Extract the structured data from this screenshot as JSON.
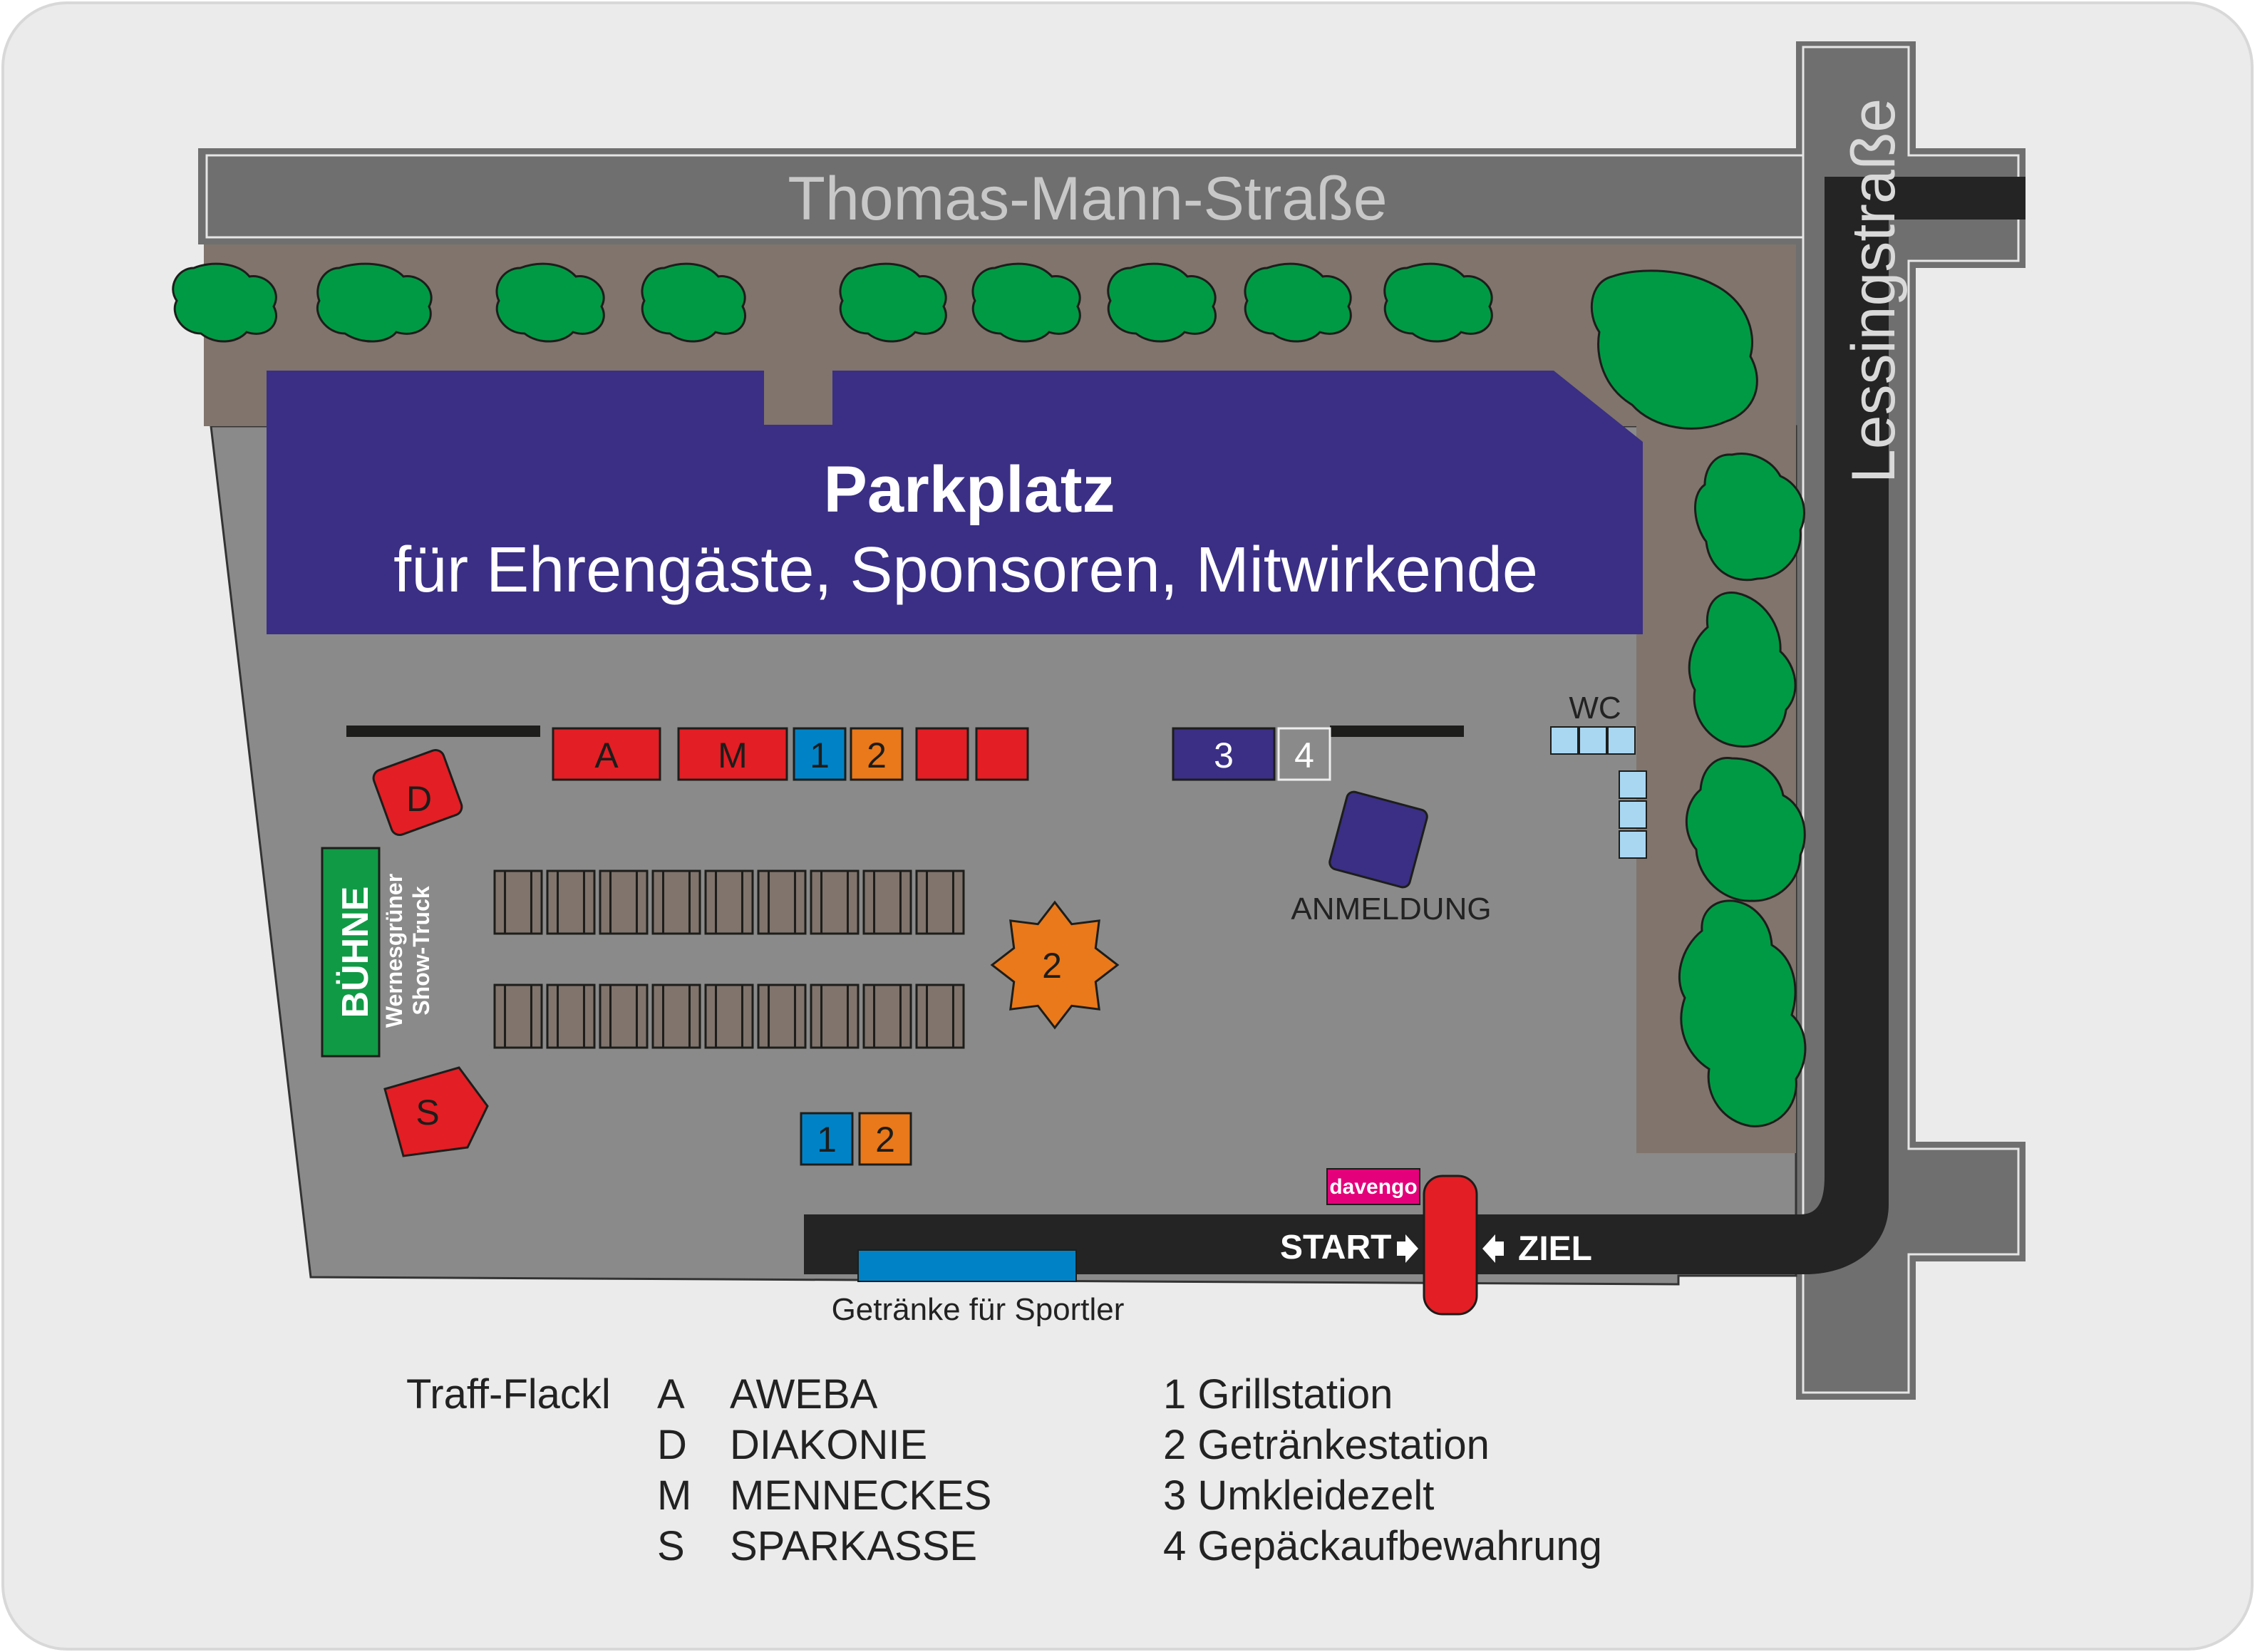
{
  "streets": {
    "north": "Thomas-Mann-Straße",
    "east": "Lessingstraße"
  },
  "parking": {
    "title": "Parkplatz",
    "subtitle": "für Ehrengäste, Sponsoren, Mitwirkende"
  },
  "stage": {
    "label": "BÜHNE",
    "truck_line1": "Wernesgrüner",
    "truck_line2": "Show-Truck"
  },
  "booths": {
    "A": "A",
    "M": "M",
    "D": "D",
    "S": "S",
    "s1": "1",
    "s2": "2",
    "s3": "3",
    "s4": "4"
  },
  "wc_label": "WC",
  "registration_label": "ANMELDUNG",
  "sponsor_badge": "davengo",
  "start_label": "START",
  "finish_label": "ZIEL",
  "drinks_label": "Getränke für Sportler",
  "legend": {
    "left_title": "Traff-Flackl",
    "letters": [
      {
        "key": "A",
        "name": "AWEBA"
      },
      {
        "key": "D",
        "name": "DIAKONIE"
      },
      {
        "key": "M",
        "name": "MENNECKES"
      },
      {
        "key": "S",
        "name": "SPARKASSE"
      }
    ],
    "numbers": [
      "1 Grillstation",
      "2 Getränkestation",
      "3 Umkleidezelt",
      "4 Gepäckaufbewahrung"
    ]
  },
  "colors": {
    "background": "#ebebeb",
    "street": "#6f6f6f",
    "lot": "#8a8a8a",
    "brown": "#80746c",
    "parking": "#3a2f85",
    "tree": "#009a44",
    "red": "#e31e24",
    "blue": "#0083c6",
    "orange": "#e9791a",
    "wc": "#a9d7f2",
    "stage": "#109a45",
    "pink": "#e4007a",
    "road": "#242424"
  }
}
